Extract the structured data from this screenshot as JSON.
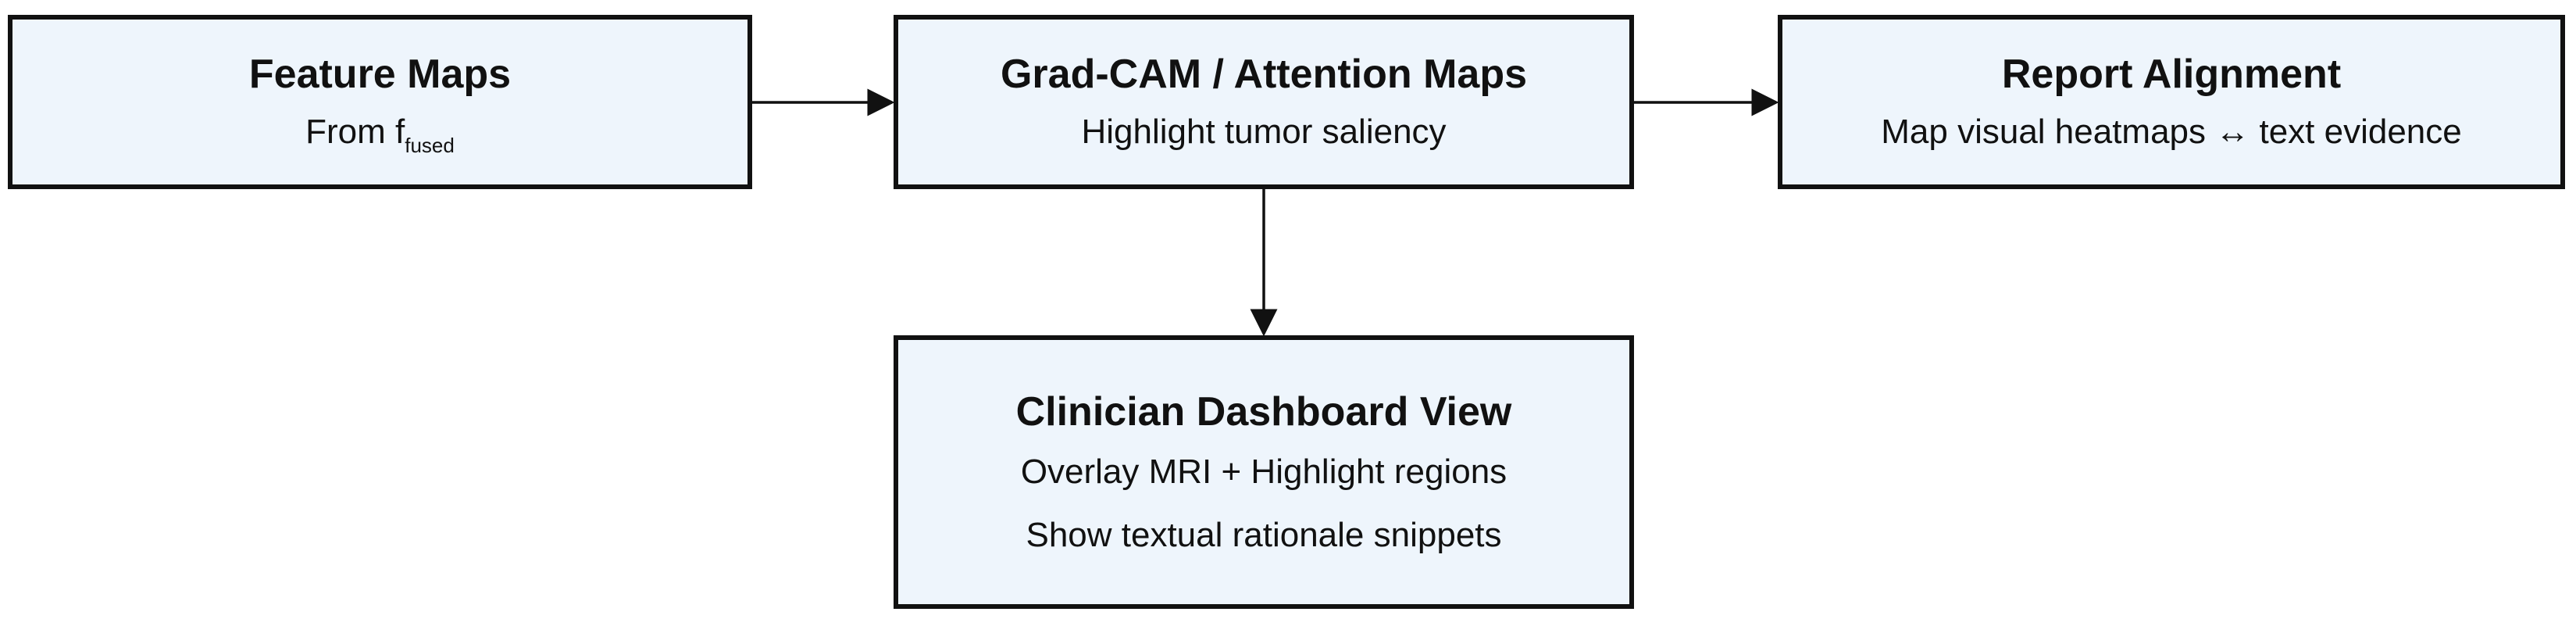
{
  "nodes": {
    "feature_maps": {
      "title": "Feature Maps",
      "subtitle_prefix": "From f",
      "subtitle_subscript": "fused"
    },
    "gradcam": {
      "title": "Grad-CAM / Attention Maps",
      "subtitle": "Highlight tumor saliency"
    },
    "report_alignment": {
      "title": "Report Alignment",
      "subtitle": "Map visual heatmaps ↔ text evidence"
    },
    "dashboard": {
      "title": "Clinician Dashboard View",
      "line1": "Overlay MRI + Highlight regions",
      "line2": "Show textual rationale snippets"
    }
  },
  "colors": {
    "node_fill": "#eef5fc",
    "node_border": "#111111",
    "edge": "#111111"
  }
}
